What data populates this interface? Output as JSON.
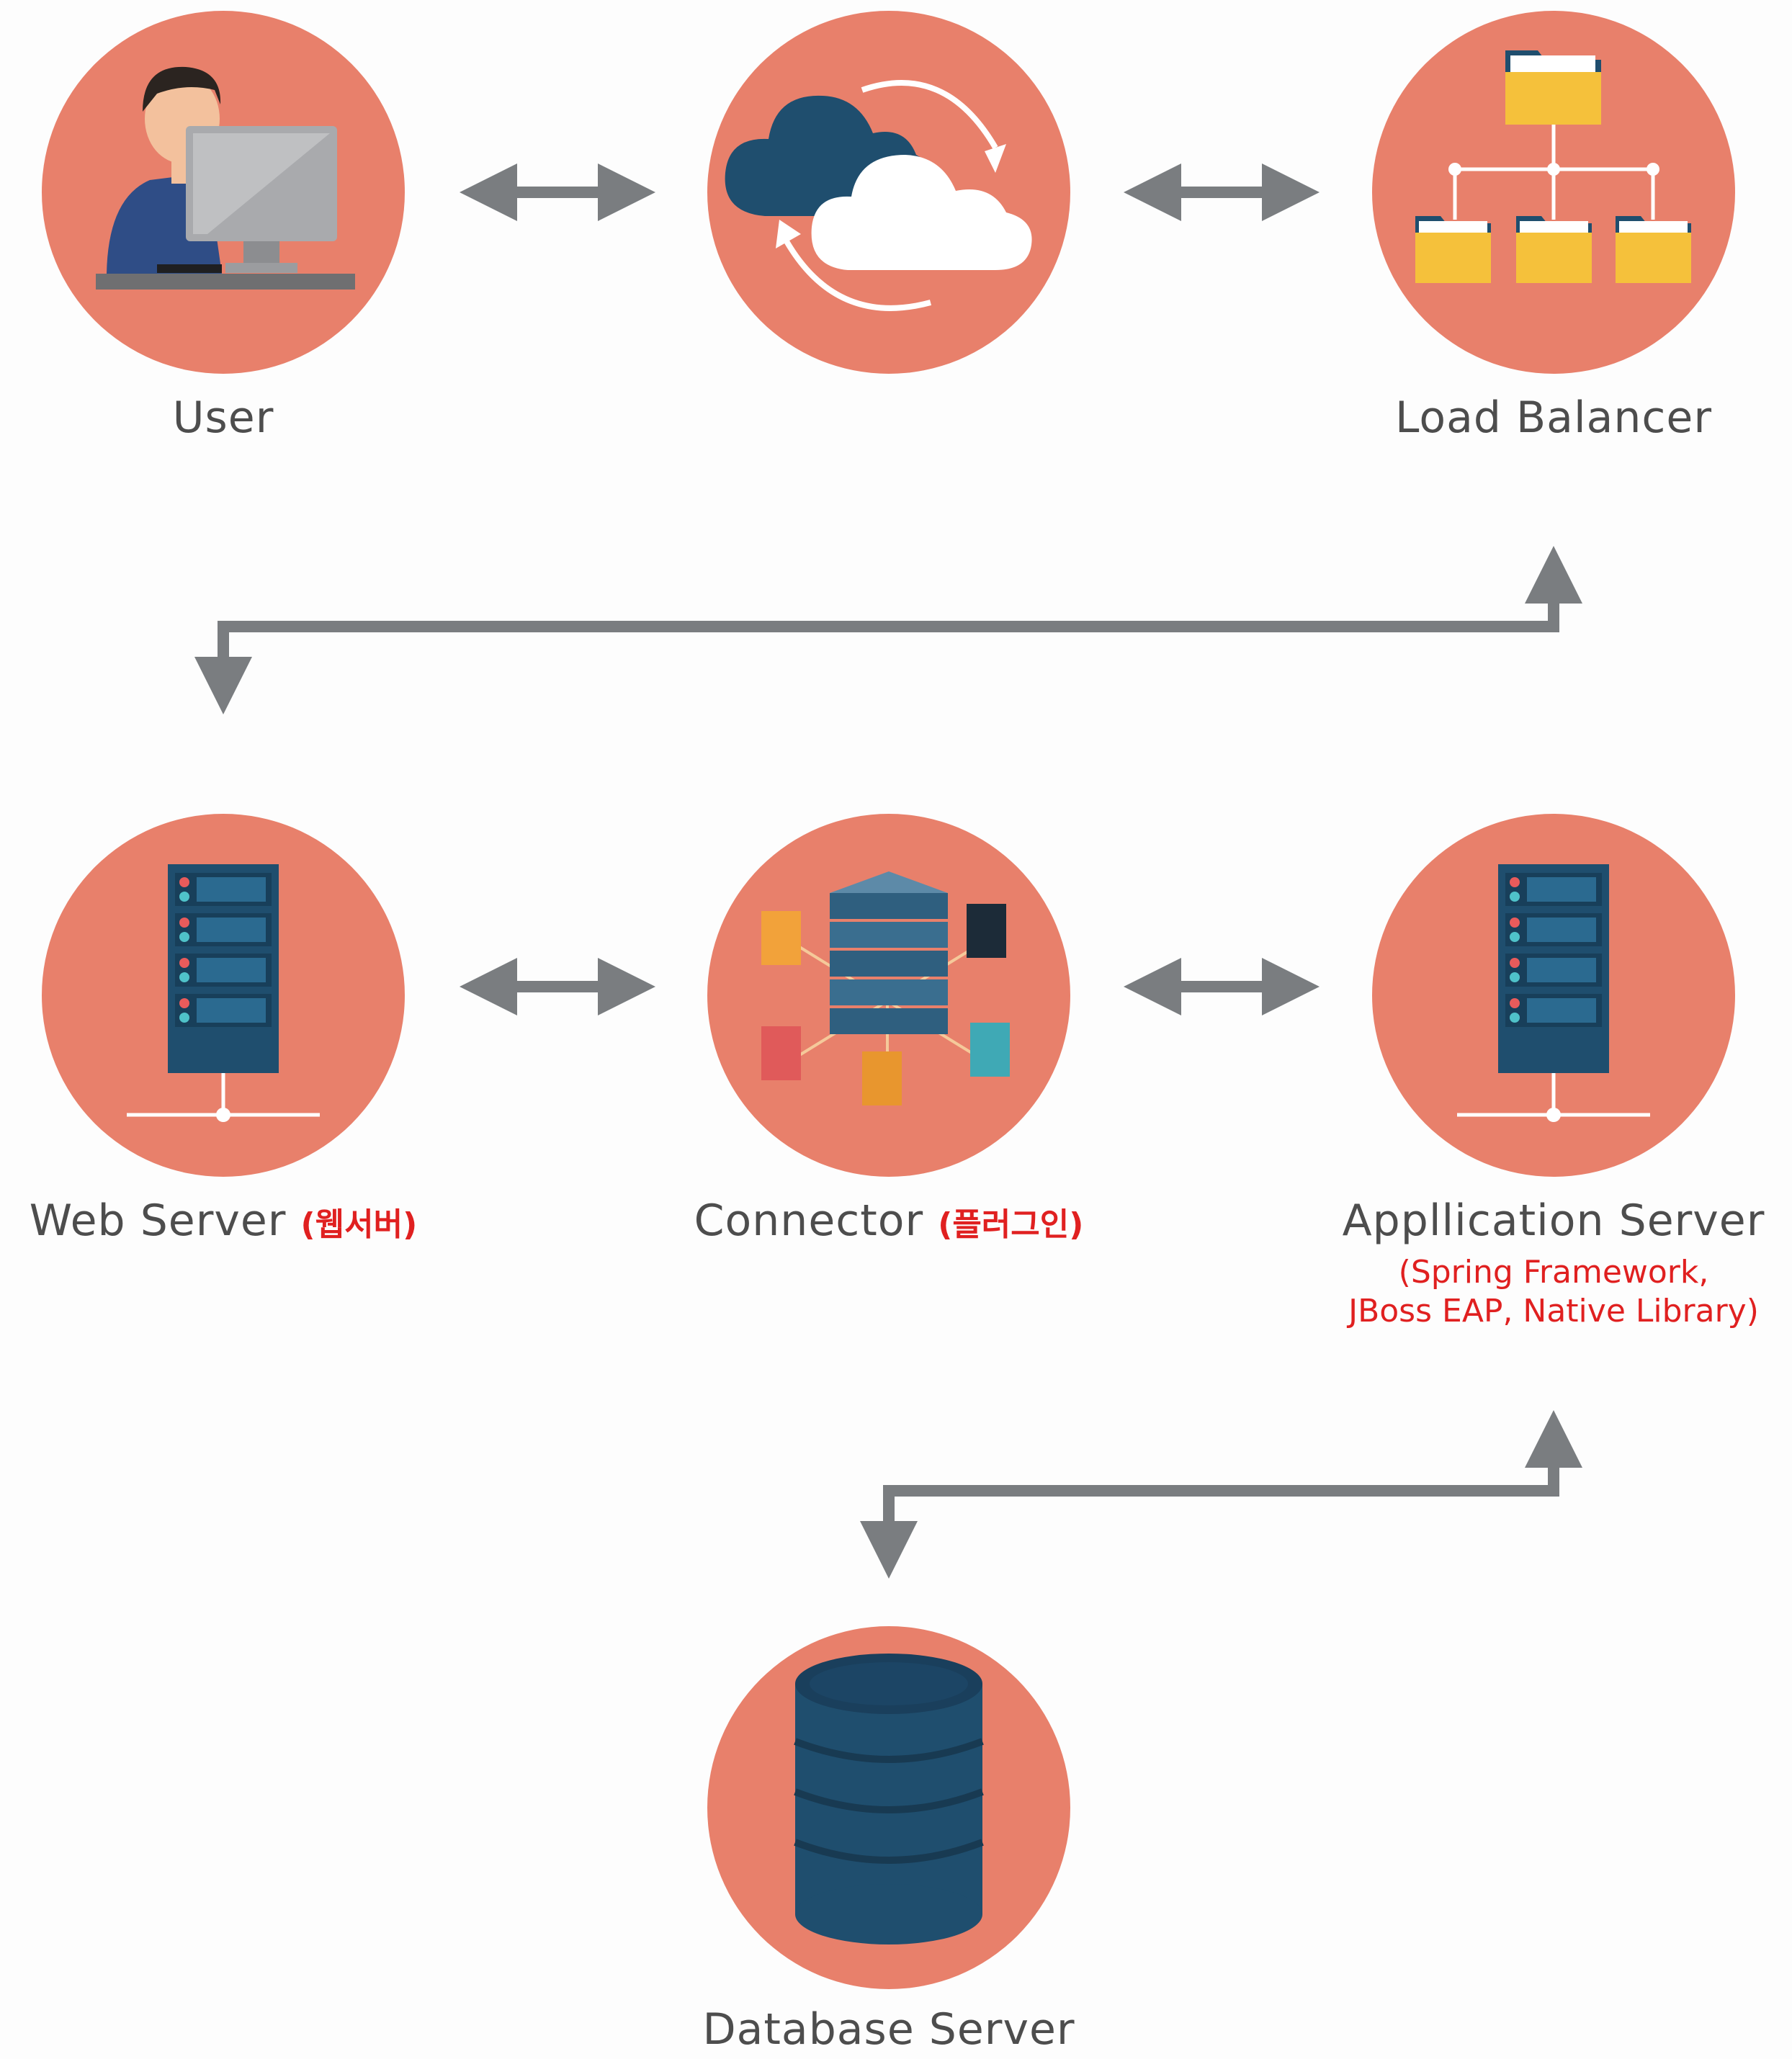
{
  "nodes": {
    "user": {
      "label": "User"
    },
    "cloud": {
      "label": ""
    },
    "load_balancer": {
      "label": "Load Balancer"
    },
    "web_server": {
      "label": "Web Server",
      "sub": "(웹서버)"
    },
    "connector": {
      "label": "Connector",
      "sub": "(플러그인)"
    },
    "app_server": {
      "label": "Appllication Server",
      "sub_line1": "(Spring Framework,",
      "sub_line2": "JBoss EAP, Native Library)"
    },
    "database_server": {
      "label": "Database Server"
    }
  },
  "icons": {
    "user": "user-at-computer-icon",
    "cloud": "cloud-sync-icon",
    "load_balancer": "folder-hierarchy-icon",
    "web_server": "server-rack-icon",
    "connector": "server-network-icon",
    "app_server": "server-rack-icon",
    "database_server": "database-icon"
  },
  "colors": {
    "circle": "#e8806b",
    "arrow": "#7a7d80",
    "label": "#4d4d4d",
    "accent": "#e02020",
    "navy": "#1f4e6e",
    "folder": "#f5c13b"
  }
}
